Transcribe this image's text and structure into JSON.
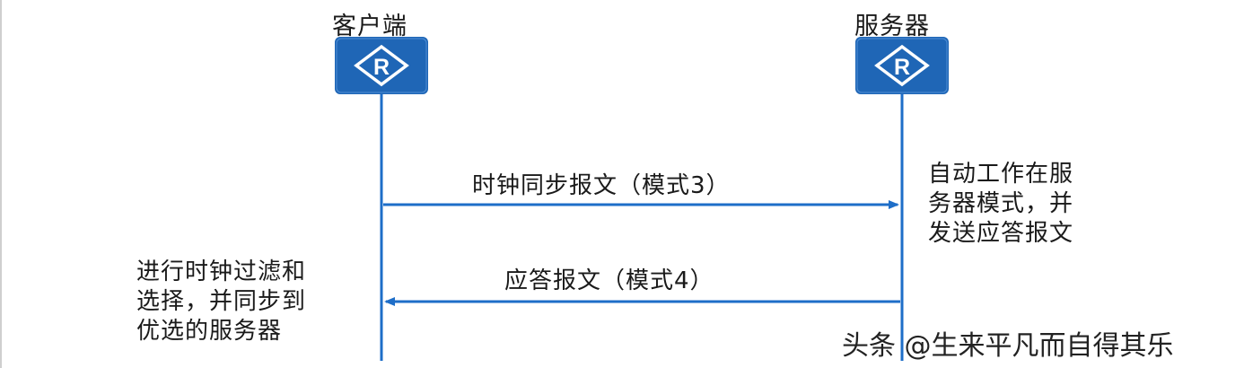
{
  "client": {
    "label": "客户端",
    "icon": "router-icon",
    "icon_letter": "R"
  },
  "server": {
    "label": "服务器",
    "icon": "router-icon",
    "icon_letter": "R"
  },
  "messages": [
    {
      "label": "时钟同步报文（模式3）",
      "direction": "client-to-server"
    },
    {
      "label": "应答报文（模式4）",
      "direction": "server-to-client"
    }
  ],
  "server_note": [
    "自动工作在服",
    "务器模式，并",
    "发送应答报文"
  ],
  "client_note": [
    "进行时钟过滤和",
    "选择，并同步到",
    "优选的服务器"
  ],
  "watermark": "头条 @生来平凡而自得其乐",
  "colors": {
    "line": "#1e6ec8",
    "icon_fill": "#1f66b6",
    "text": "#1a1a1a"
  }
}
